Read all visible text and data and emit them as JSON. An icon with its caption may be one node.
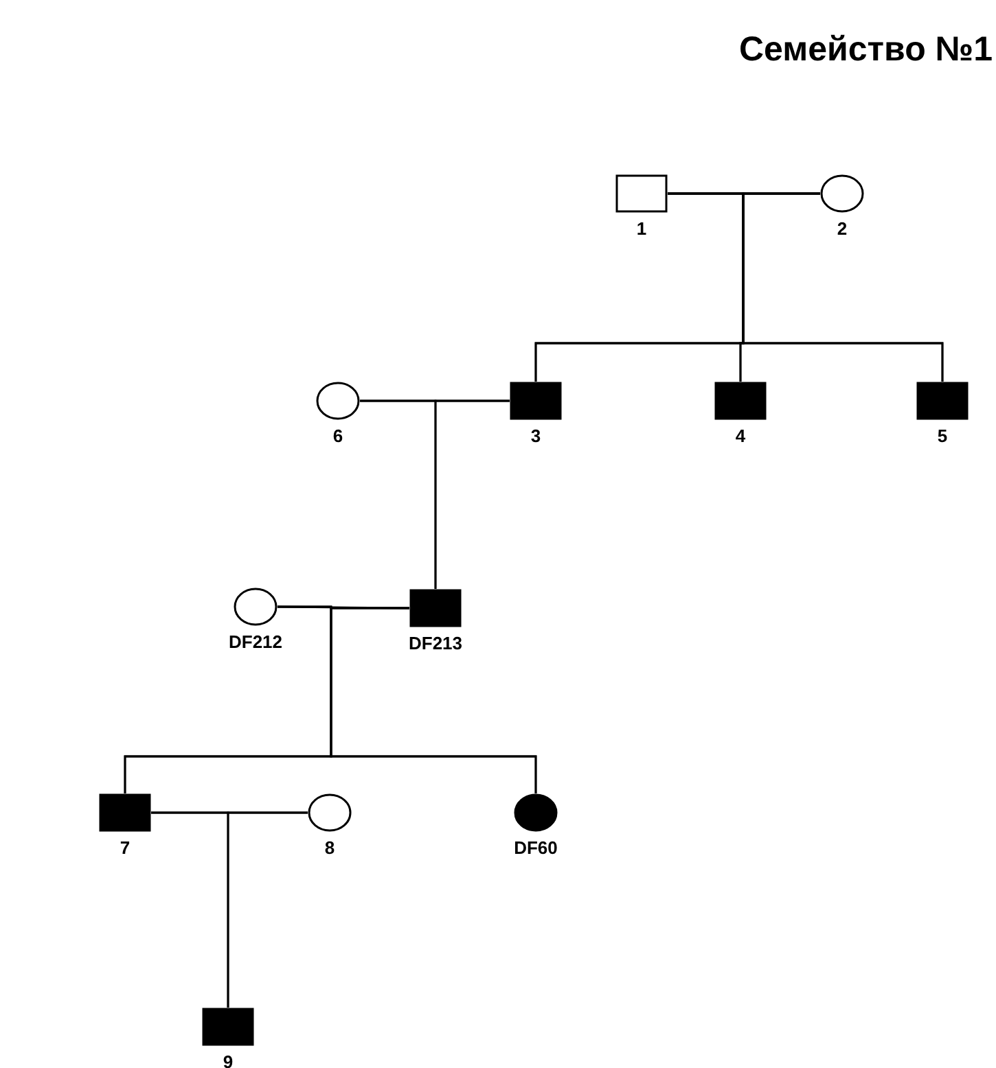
{
  "diagram": {
    "title": "Семейство №1",
    "nodes": [
      {
        "text": [],
        "shape": "box",
        "beside": [
          "1"
        ]
      },
      {
        "text": [],
        "shape": "circle",
        "beside": [
          "2"
        ]
      },
      {
        "text": [],
        "shape": "circle",
        "beside": [
          "6"
        ]
      },
      {
        "text": [],
        "shape": "box",
        "beside": [
          "3"
        ]
      },
      {
        "text": [],
        "shape": "box",
        "beside": [
          "4"
        ]
      },
      {
        "text": [],
        "shape": "box",
        "beside": [
          "5"
        ]
      },
      {
        "text": [],
        "shape": "circle",
        "beside": [
          "DF212"
        ]
      },
      {
        "text": [],
        "shape": "box",
        "beside": [
          "DF213"
        ]
      },
      {
        "text": [],
        "shape": "box",
        "beside": [
          "7"
        ]
      },
      {
        "text": [],
        "shape": "circle",
        "beside": [
          "8"
        ]
      },
      {
        "text": [],
        "shape": "circle",
        "beside": [
          "DF60"
        ]
      },
      {
        "text": [],
        "shape": "box",
        "beside": [
          "9"
        ]
      }
    ],
    "edges": [
      {
        "from": 0,
        "to": 1,
        "arrow": "none"
      },
      {
        "from": 0,
        "to": 3,
        "arrow": "none"
      },
      {
        "from": 0,
        "to": 4,
        "arrow": "none"
      },
      {
        "from": 0,
        "to": 5,
        "arrow": "none"
      },
      {
        "from": 1,
        "to": 3,
        "arrow": "none"
      },
      {
        "from": 1,
        "to": 4,
        "arrow": "none"
      },
      {
        "from": 1,
        "to": 5,
        "arrow": "none"
      },
      {
        "from": 2,
        "to": 3,
        "arrow": "none"
      },
      {
        "from": 2,
        "to": 7,
        "arrow": "none"
      },
      {
        "from": 3,
        "to": 7,
        "arrow": "none"
      },
      {
        "from": 6,
        "to": 7,
        "arrow": "none"
      },
      {
        "from": 6,
        "to": 8,
        "arrow": "none"
      },
      {
        "from": 6,
        "to": 10,
        "arrow": "none"
      },
      {
        "from": 7,
        "to": 8,
        "arrow": "none"
      },
      {
        "from": 7,
        "to": 10,
        "arrow": "none"
      },
      {
        "from": 8,
        "to": 9,
        "arrow": "none"
      },
      {
        "from": 8,
        "to": 11,
        "arrow": "none"
      },
      {
        "from": 9,
        "to": 11,
        "arrow": "none"
      }
    ]
  }
}
